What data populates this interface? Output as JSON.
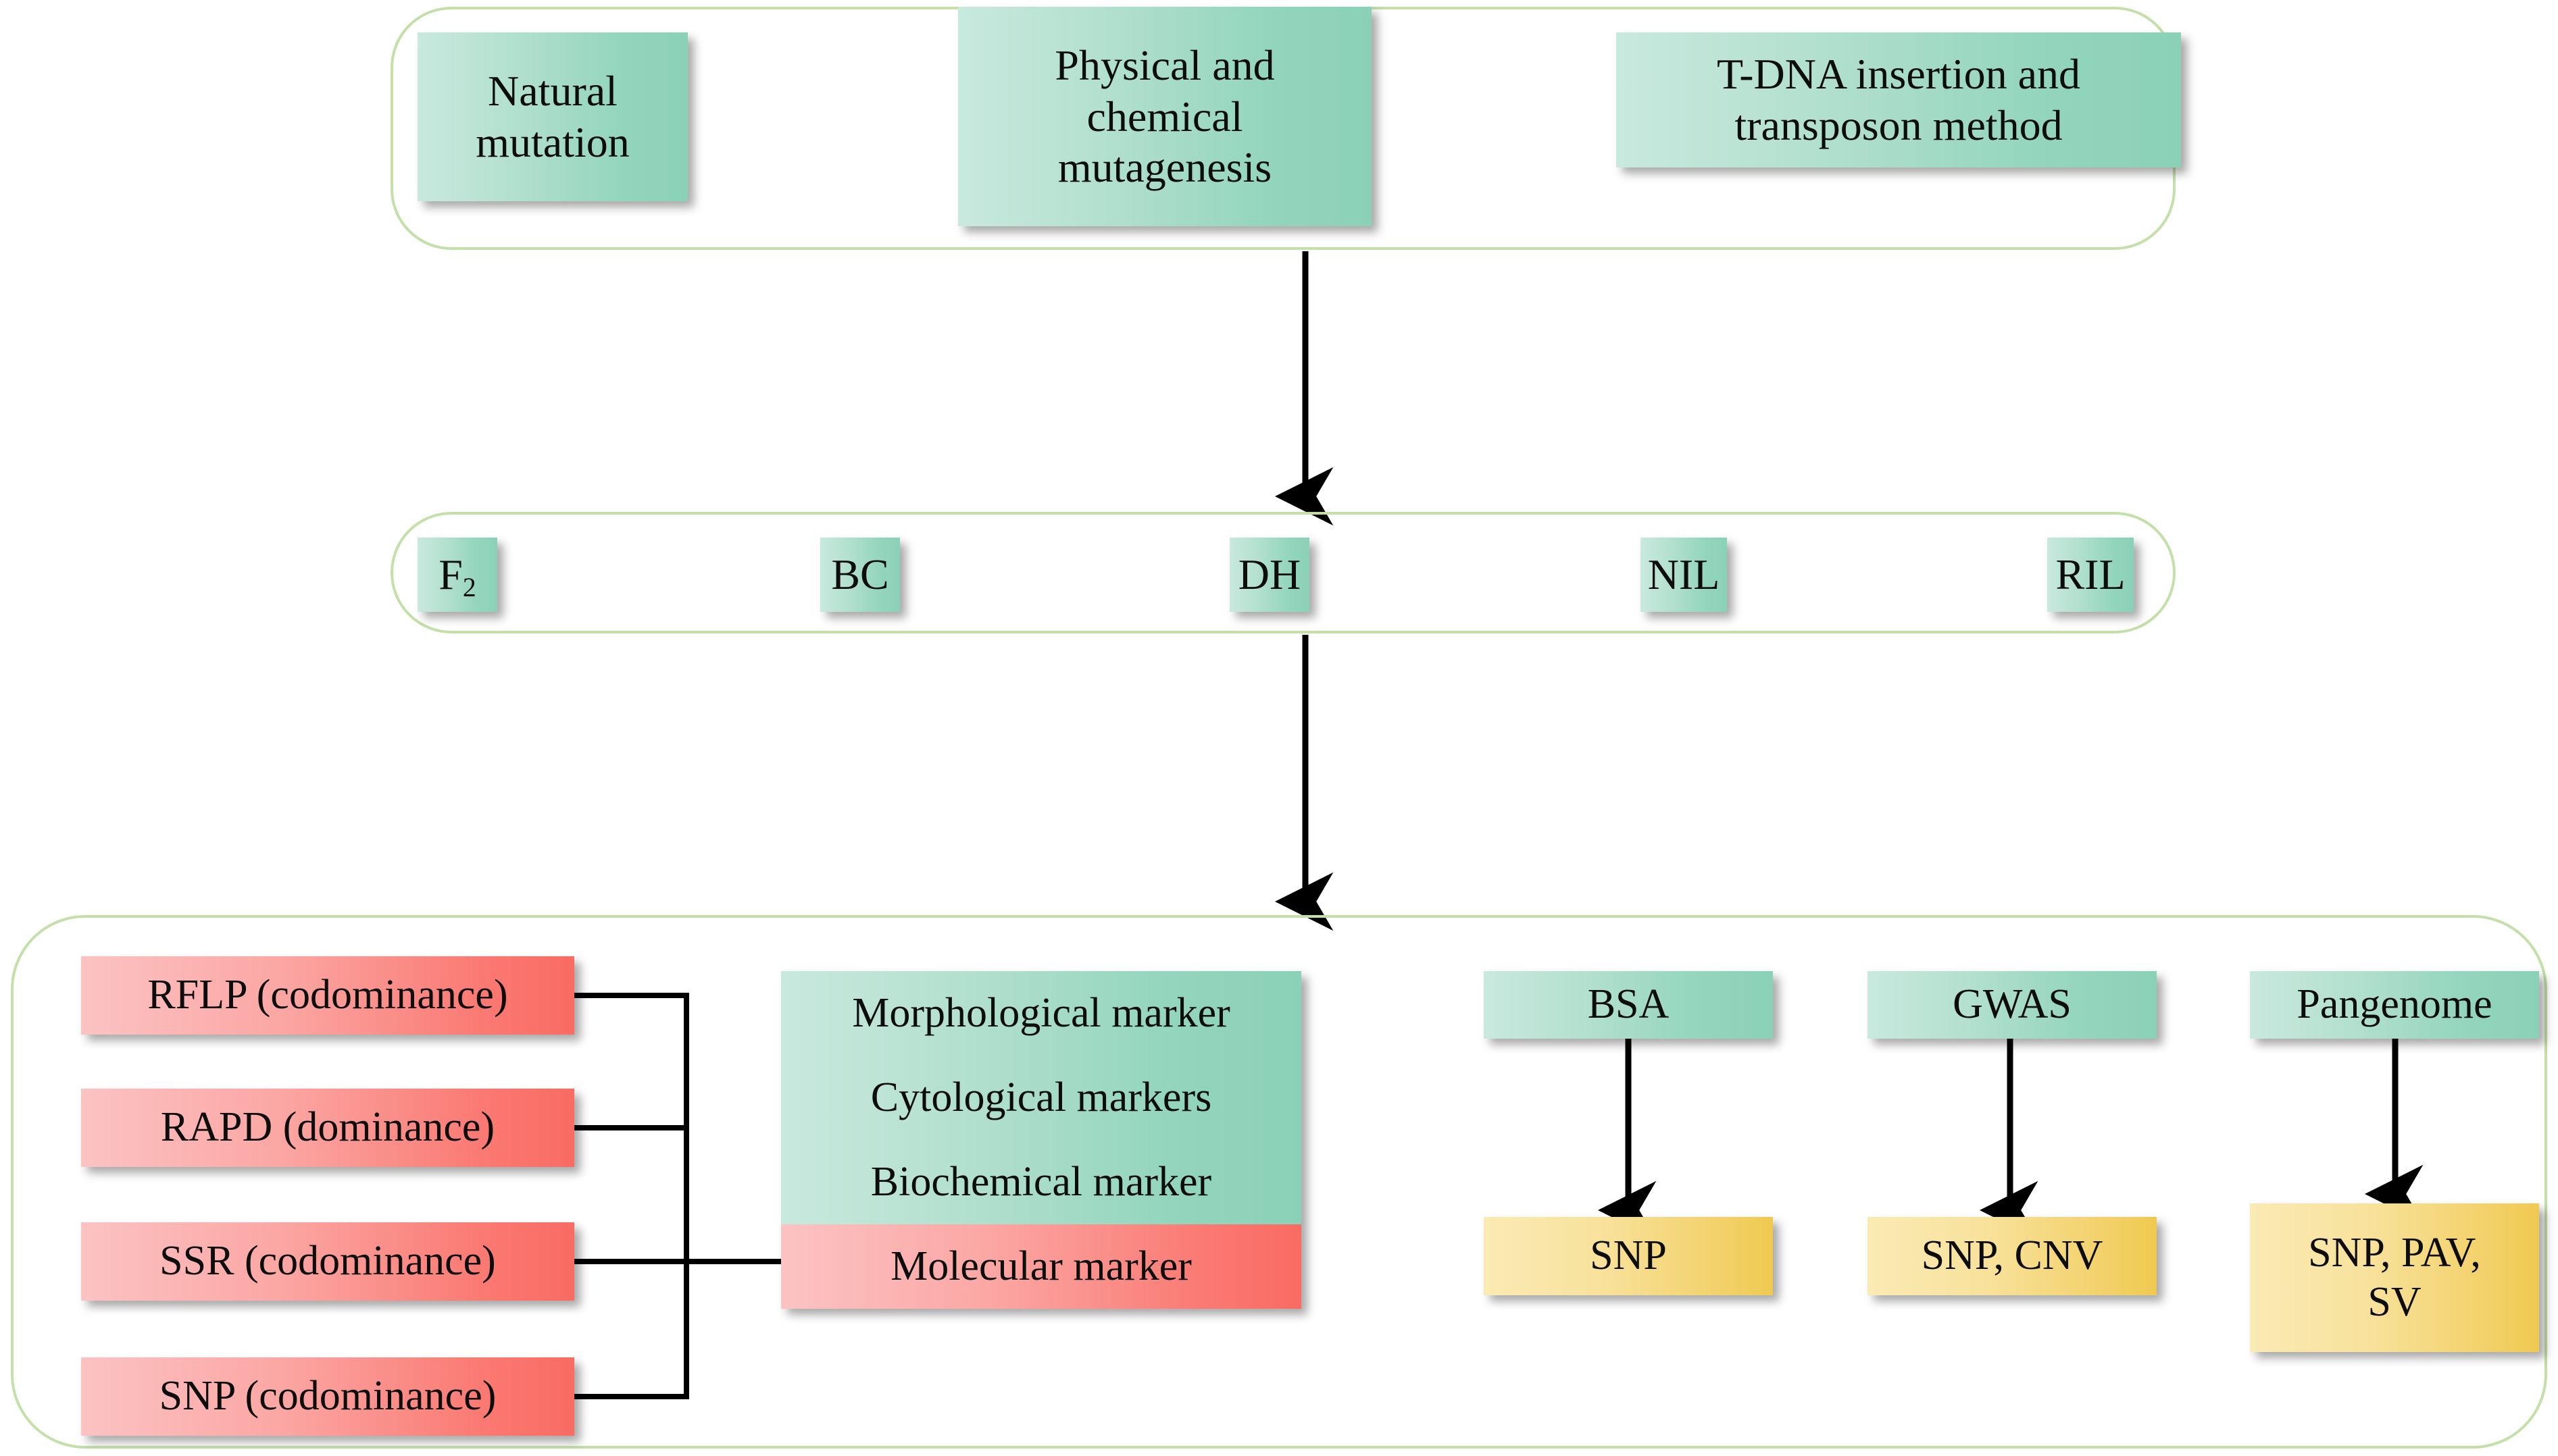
{
  "diagram": {
    "title": "Mutation sources, mapping populations and molecular markers flow diagram",
    "colors": {
      "frame_border": "#c3e0a8",
      "green_light": "#c9e9de",
      "green_dark": "#8ad1b7",
      "red_light": "#fbc3c3",
      "red_dark": "#f96b63",
      "yellow_light": "#faeab4",
      "yellow_dark": "#efc94f",
      "arrow": "#000000"
    }
  },
  "sources": {
    "group_label": "mutation-source-group",
    "items": [
      {
        "id": "natural-mutation",
        "lines": [
          "Natural",
          "mutation"
        ]
      },
      {
        "id": "physical-chemical-mutagenesis",
        "lines": [
          "Physical and",
          "chemical",
          "mutagenesis"
        ]
      },
      {
        "id": "tdna-transposon",
        "lines": [
          "T-DNA insertion and",
          "transposon method"
        ]
      }
    ]
  },
  "populations": {
    "group_label": "mapping-population-group",
    "items": [
      {
        "id": "f2",
        "label": "F",
        "subscript": "2"
      },
      {
        "id": "bc",
        "label": "BC",
        "subscript": ""
      },
      {
        "id": "dh",
        "label": "DH",
        "subscript": ""
      },
      {
        "id": "nil",
        "label": "NIL",
        "subscript": ""
      },
      {
        "id": "ril",
        "label": "RIL",
        "subscript": ""
      }
    ]
  },
  "markers": {
    "group_label": "marker-group",
    "molecular_marker_types": [
      {
        "id": "rflp",
        "label": "RFLP (codominance)"
      },
      {
        "id": "rapd",
        "label": "RAPD (dominance)"
      },
      {
        "id": "ssr",
        "label": "SSR (codominance)"
      },
      {
        "id": "snp",
        "label": "SNP (codominance)"
      }
    ],
    "marker_categories": [
      {
        "id": "morphological-marker",
        "label": "Morphological marker",
        "tone": "green"
      },
      {
        "id": "cytological-markers",
        "label": "Cytological markers",
        "tone": "green"
      },
      {
        "id": "biochemical-marker",
        "label": "Biochemical marker",
        "tone": "green"
      },
      {
        "id": "molecular-marker",
        "label": "Molecular marker",
        "tone": "red"
      }
    ],
    "analysis_columns": [
      {
        "id": "bsa",
        "method": "BSA",
        "output_lines": [
          "SNP"
        ]
      },
      {
        "id": "gwas",
        "method": "GWAS",
        "output_lines": [
          "SNP, CNV"
        ]
      },
      {
        "id": "pangenome",
        "method": "Pangenome",
        "output_lines": [
          "SNP, PAV,",
          "SV"
        ]
      }
    ]
  }
}
